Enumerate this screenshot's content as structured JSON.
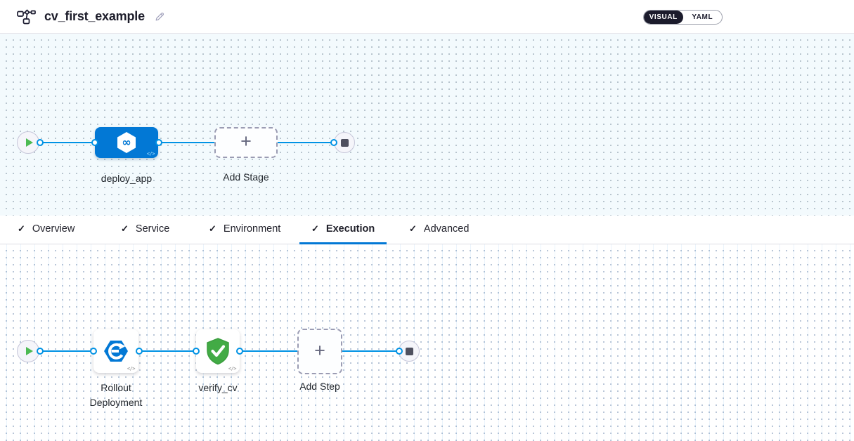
{
  "header": {
    "title": "cv_first_example",
    "view_toggle": {
      "visual_label": "VISUAL",
      "yaml_label": "YAML",
      "selected": "VISUAL"
    }
  },
  "icons": {
    "check": "✓",
    "plus": "+",
    "code_badge": "</>",
    "infinity": "∞",
    "pipeline_icon": "pipeline-graph-icon",
    "edit_icon": "pencil-icon",
    "start_icon": "play-icon",
    "end_icon": "stop-icon",
    "stage_icon": "cd-hexagon-infinity-icon",
    "step1_icon": "k8s-rollout-icon",
    "step2_icon": "verify-shield-check-icon"
  },
  "stage_canvas": {
    "stage_name": "deploy_app",
    "add_stage_label": "Add Stage"
  },
  "tabs": [
    {
      "label": "Overview",
      "checked": true,
      "active": false
    },
    {
      "label": "Service",
      "checked": true,
      "active": false
    },
    {
      "label": "Environment",
      "checked": true,
      "active": false
    },
    {
      "label": "Execution",
      "checked": true,
      "active": true
    },
    {
      "label": "Advanced",
      "checked": true,
      "active": false
    }
  ],
  "execution_canvas": {
    "step1_name": "Rollout Deployment",
    "step2_name": "verify_cv",
    "add_step_label": "Add Step"
  },
  "colors": {
    "stage_blue": "#0278D5",
    "edge_blue": "#0092E4",
    "play_green": "#4DBA52",
    "shield_green": "#42AB45",
    "toggle_dark": "#1B1B2C",
    "canvas1_bg": "#F3FAFD",
    "label_text": "#22272D"
  }
}
